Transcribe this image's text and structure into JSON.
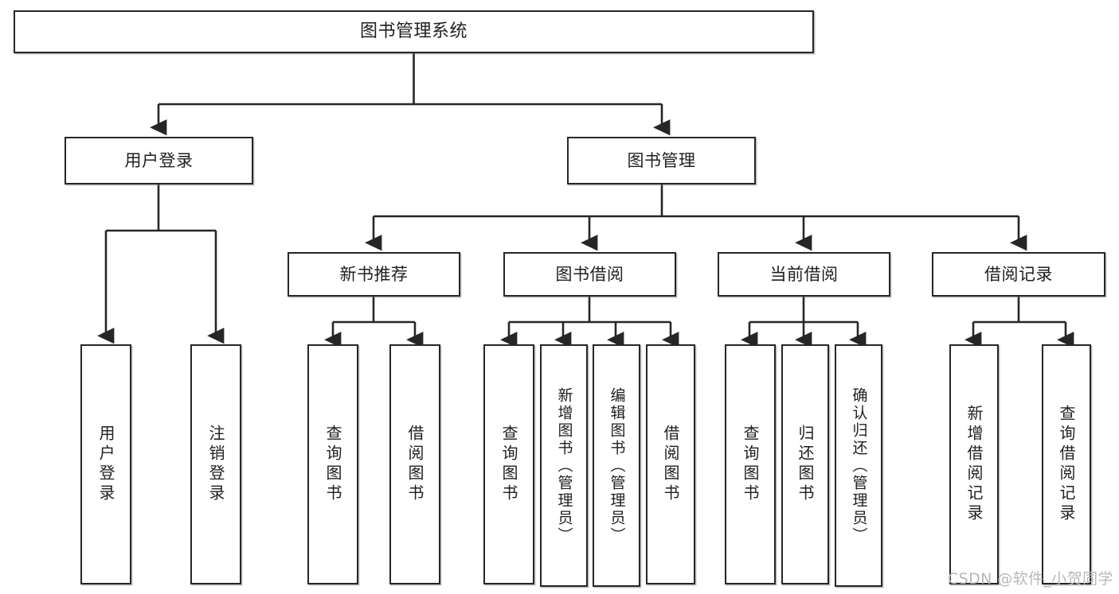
{
  "diagram": {
    "type": "tree-hierarchy",
    "title": "图书管理系统",
    "root": {
      "label": "图书管理系统"
    },
    "level2": [
      {
        "label": "用户登录"
      },
      {
        "label": "图书管理"
      }
    ],
    "level3": [
      {
        "label": "新书推荐"
      },
      {
        "label": "图书借阅"
      },
      {
        "label": "当前借阅"
      },
      {
        "label": "借阅记录"
      }
    ],
    "leaves": {
      "user_login": [
        {
          "label": "用户登录"
        },
        {
          "label": "注销登录"
        }
      ],
      "new_book_recommend": [
        {
          "label": "查询图书"
        },
        {
          "label": "借阅图书"
        }
      ],
      "book_borrow": [
        {
          "label": "查询图书"
        },
        {
          "label": "新增图书（管理员）"
        },
        {
          "label": "编辑图书（管理员）"
        },
        {
          "label": "借阅图书"
        }
      ],
      "current_borrow": [
        {
          "label": "查询图书"
        },
        {
          "label": "归还图书"
        },
        {
          "label": "确认归还（管理员）"
        }
      ],
      "borrow_record": [
        {
          "label": "新增借阅记录"
        },
        {
          "label": "查询借阅记录"
        }
      ]
    }
  },
  "watermark": {
    "text": "CSDN @软件_小贺同学"
  },
  "colors": {
    "stroke": "#262626",
    "background": "#ffffff",
    "text": "#1f1f1f",
    "watermark": "#b8b8b8"
  }
}
